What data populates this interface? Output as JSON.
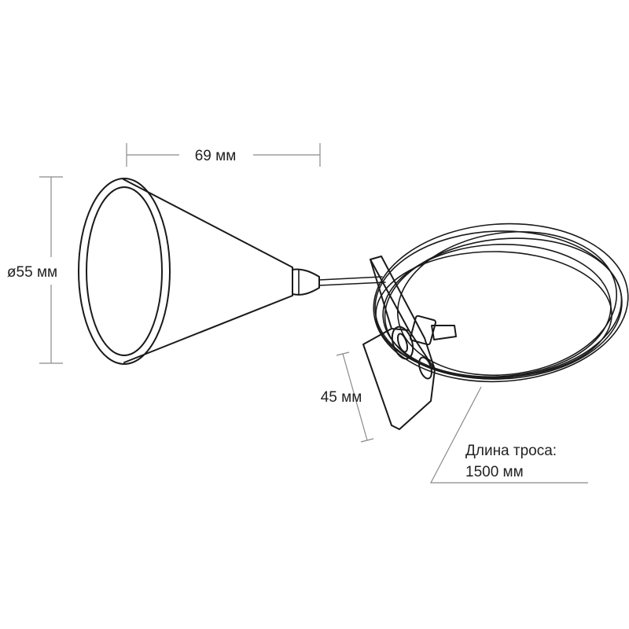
{
  "dimensions": {
    "width_label": "69 мм",
    "diameter_label": "ø55 мм",
    "bracket_label": "45 мм",
    "cable_label_line1": "Длина троса:",
    "cable_label_line2": "1500 мм"
  },
  "colors": {
    "line": "#1a1a1a",
    "dimension": "#8a8a8a",
    "text": "#222222",
    "background": "#ffffff"
  }
}
